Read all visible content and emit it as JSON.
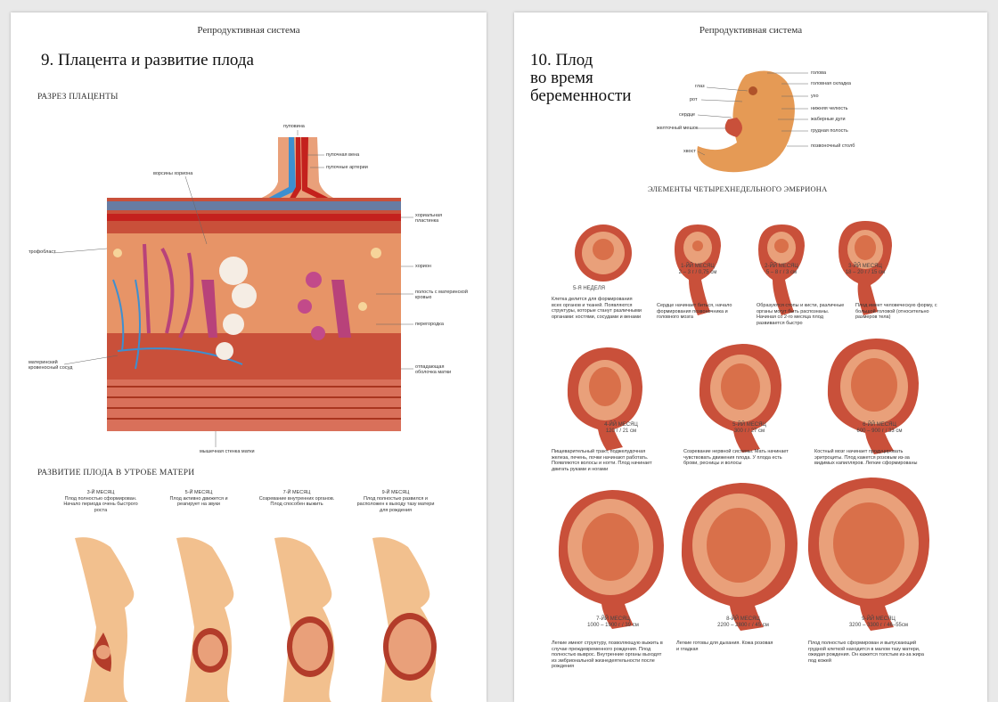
{
  "left_page": {
    "header": "Репродуктивная система",
    "title": "9. Плацента и развитие плода",
    "section_placenta": "РАЗРЕЗ ПЛАЦЕНТЫ",
    "labels": {
      "umbilical_cord": "пуповина",
      "umbilical_vein": "пупочная вена",
      "umbilical_arteries": "пупочные артерии",
      "chorionic_villi": "ворсины хориона",
      "chorionic_plate": "хориальная пластинка",
      "trophoblast": "трофобласт",
      "chorion": "хорион",
      "maternal_blood_cavity": "полость с материнской кровью",
      "septum": "перегородка",
      "maternal_vessel": "материнский кровеносный сосуд",
      "decidua": "отпадающая оболочка матки",
      "muscle_wall": "мышечная стенка матки"
    },
    "section_development": "РАЗВИТИЕ ПЛОДА В УТРОБЕ МАТЕРИ",
    "stages": [
      {
        "month": "3-Й МЕСЯЦ",
        "text": "Плод полностью сформирован. Начало периода очень быстрого роста"
      },
      {
        "month": "5-Й МЕСЯЦ",
        "text": "Плод активно движется и реагирует на звуки"
      },
      {
        "month": "7-Й МЕСЯЦ",
        "text": "Созревание внутренних органов. Плод способен выжить"
      },
      {
        "month": "9-Й МЕСЯЦ",
        "text": "Плод полностью развился и расположен к выходу тазу матери для рождения"
      }
    ]
  },
  "right_page": {
    "header": "Репродуктивная система",
    "title_line1": "10. Плод",
    "title_line2": "во время",
    "title_line3": "беременности",
    "embryo_labels_left": {
      "eye": "глаз",
      "mouth": "рот",
      "heart": "сердце",
      "yolk_sac": "желточный мешок",
      "tail": "хвост"
    },
    "embryo_labels_right": {
      "head": "голова",
      "head_fold": "головная складка",
      "ear": "ухо",
      "lower_jaw": "нижняя челюсть",
      "gill_arches": "жаберные дуги",
      "chest_cavity": "грудная полость",
      "spine": "позвоночный столб"
    },
    "section_embryo": "ЭЛЕМЕНТЫ ЧЕТЫРЕХНЕДЕЛЬНОГО ЭМБРИОНА",
    "row1": [
      {
        "month": "5-Я НЕДЕЛЯ",
        "size": "",
        "text": "Клетка делится для формирования всех органов и тканей. Появляются структуры, которые станут различными органами: костями, сосудами и венами"
      },
      {
        "month": "1-ЙЙ МЕСЯЦ",
        "size": "2 – 3 г / 0,75 см",
        "text": "Сердце начинает биться, начало формирования позвоночника и головного мозга"
      },
      {
        "month": "2-ЙЙ МЕСЯЦ",
        "size": "5 – 8 г / 3 см",
        "text": "Образуются стопы и кисти, различные органы могут быть распознаны. Начиная со 2-го месяца плод развивается быстро"
      },
      {
        "month": "3-ЙЙ МЕСЯЦ",
        "size": "18 – 20 г / 15 см",
        "text": "Плод имеет человеческую форму, с большой головой (относительно размеров тела)"
      }
    ],
    "row2": [
      {
        "month": "4-ЙЙ МЕСЯЦ",
        "size": "120 г / 21 см",
        "text": "Пищеварительный тракт, поджелудочная железа, печень, почки начинают работать. Появляются волосы и ногти. Плод начинает двигать руками и ногами"
      },
      {
        "month": "5-ЙЙ МЕСЯЦ",
        "size": "300 г / 27 см",
        "text": "Созревание нервной системы. Мать начинает чувствовать движения плода. У плода есть брови, ресницы и волосы"
      },
      {
        "month": "6-ЙЙ МЕСЯЦ",
        "size": "600 – 900 г / 33 см",
        "text": "Костный мозг начинает продуцировать эритроциты. Плод кажется розовым из-за видимых капилляров. Легкие сформированы"
      }
    ],
    "row3": [
      {
        "month": "7-ЙЙ МЕСЯЦ",
        "size": "1000 – 1900 г / 39 см",
        "text": "Легкие имеют структуру, позволяющую выжить в случае преждевременного рождения. Плод полностью выврос. Внутренние органы выходят из эмбриональной жизнедеятельности после рождения"
      },
      {
        "month": "8-ЙЙ МЕСЯЦ",
        "size": "2200 – 2800 г / 45 см",
        "text": "Легкие готовы для дыхания. Кожа розовая и гладкая"
      },
      {
        "month": "9-ЙЙ МЕСЯЦ",
        "size": "3200 – 3300 г / 46–55см",
        "text": "Плод полностью сформирован и выпускающий грудной клеткой находится в малом тазу матери, ожидая рождения. Он кажется толстым из-за жира под кожей"
      }
    ]
  },
  "colors": {
    "tissue": "#c9503a",
    "tissue_light": "#e9a07a",
    "skin": "#f2c08e",
    "artery": "#c4211d",
    "vein": "#3d8fd0",
    "villi": "#b8427a",
    "embryo": "#e59a55"
  }
}
